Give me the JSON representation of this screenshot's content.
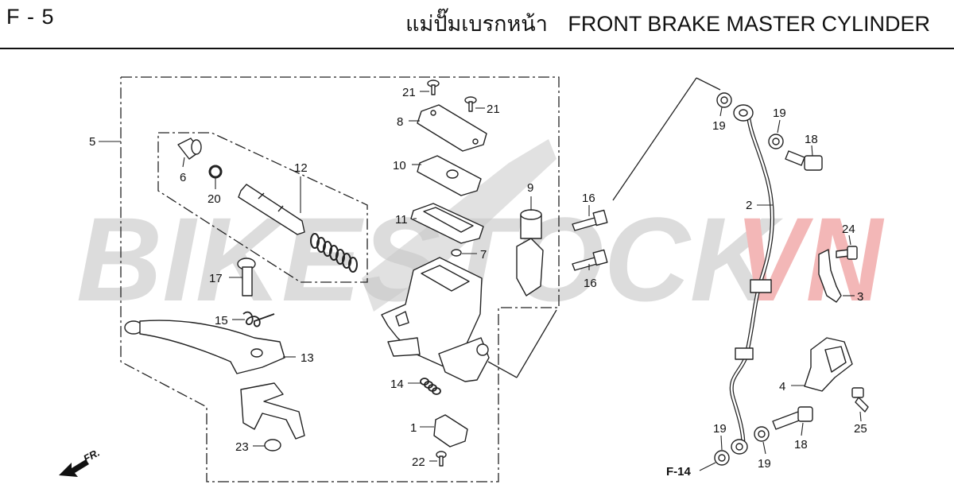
{
  "header": {
    "code": "F - 5",
    "title_thai": "แม่ปั๊มเบรกหน้า",
    "title_en": "FRONT BRAKE MASTER CYLINDER"
  },
  "watermark": {
    "part1": "BIKESTOCK",
    "part2": "VN",
    "color_gray": "#dcdcdc",
    "color_red": "#f3b7b7"
  },
  "direction": {
    "label": "FR."
  },
  "reference": {
    "label": "F-14"
  },
  "callouts": {
    "c1": "1",
    "c2": "2",
    "c3": "3",
    "c4": "4",
    "c5": "5",
    "c6": "6",
    "c7": "7",
    "c8": "8",
    "c9": "9",
    "c10": "10",
    "c11": "11",
    "c12": "12",
    "c13": "13",
    "c14": "14",
    "c15": "15",
    "c16a": "16",
    "c16b": "16",
    "c17": "17",
    "c18a": "18",
    "c18b": "18",
    "c19a": "19",
    "c19b": "19",
    "c19c": "19",
    "c19d": "19",
    "c20": "20",
    "c21a": "21",
    "c21b": "21",
    "c22": "22",
    "c23": "23",
    "c24": "24",
    "c25": "25"
  }
}
